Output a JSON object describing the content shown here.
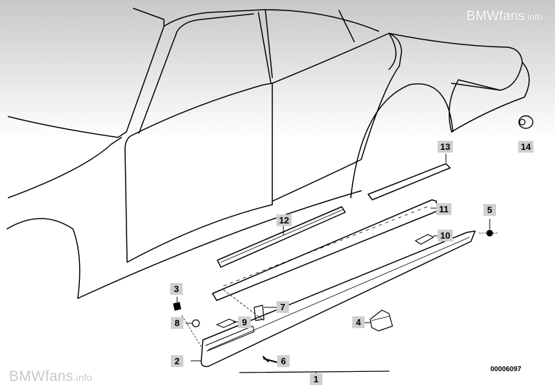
{
  "watermark": {
    "top_main": "BMWfans",
    "top_suffix": ".info",
    "bottom_main": "BMWfans",
    "bottom_suffix": ".info"
  },
  "diagram_ref": "00006097",
  "callouts": {
    "p1": "1",
    "p2": "2",
    "p3": "3",
    "p4": "4",
    "p5": "5",
    "p6": "6",
    "p7": "7",
    "p8": "8",
    "p9": "9",
    "p10": "10",
    "p11": "11",
    "p12": "12",
    "p13": "13",
    "p14": "14"
  },
  "colors": {
    "line": "#000000",
    "label_bg": "#cfcfcf",
    "gradient_top": "#c8c8c8"
  }
}
